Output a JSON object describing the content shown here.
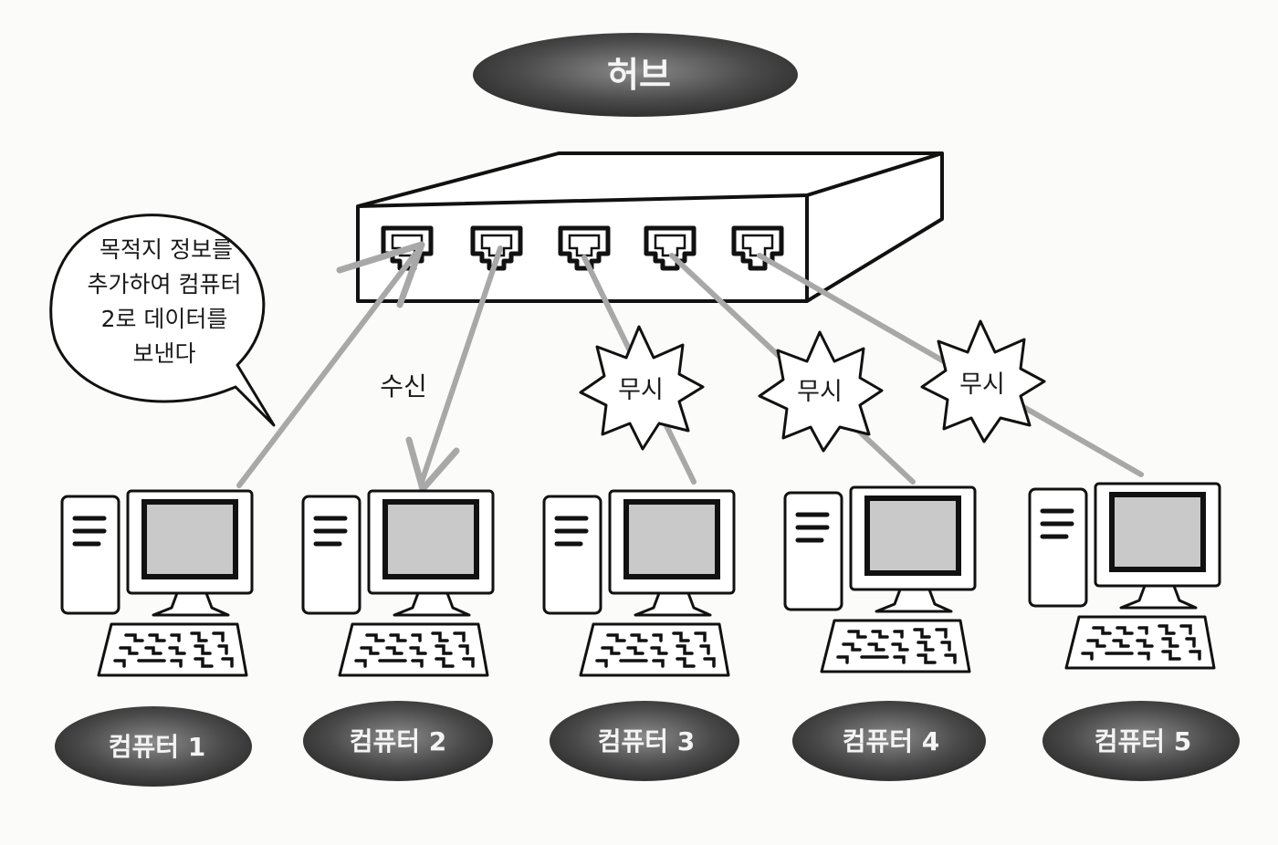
{
  "hub": {
    "title": "허브"
  },
  "speech_bubble": {
    "lines": [
      "목적지 정보를",
      "추가하여 컴퓨터",
      "2로 데이터를",
      "보낸다"
    ]
  },
  "receive_label": "수신",
  "ignore_labels": [
    "무시",
    "무시",
    "무시"
  ],
  "computers": [
    {
      "label": "컴퓨터 1"
    },
    {
      "label": "컴퓨터 2"
    },
    {
      "label": "컴퓨터 3"
    },
    {
      "label": "컴퓨터 4"
    },
    {
      "label": "컴퓨터 5"
    }
  ]
}
